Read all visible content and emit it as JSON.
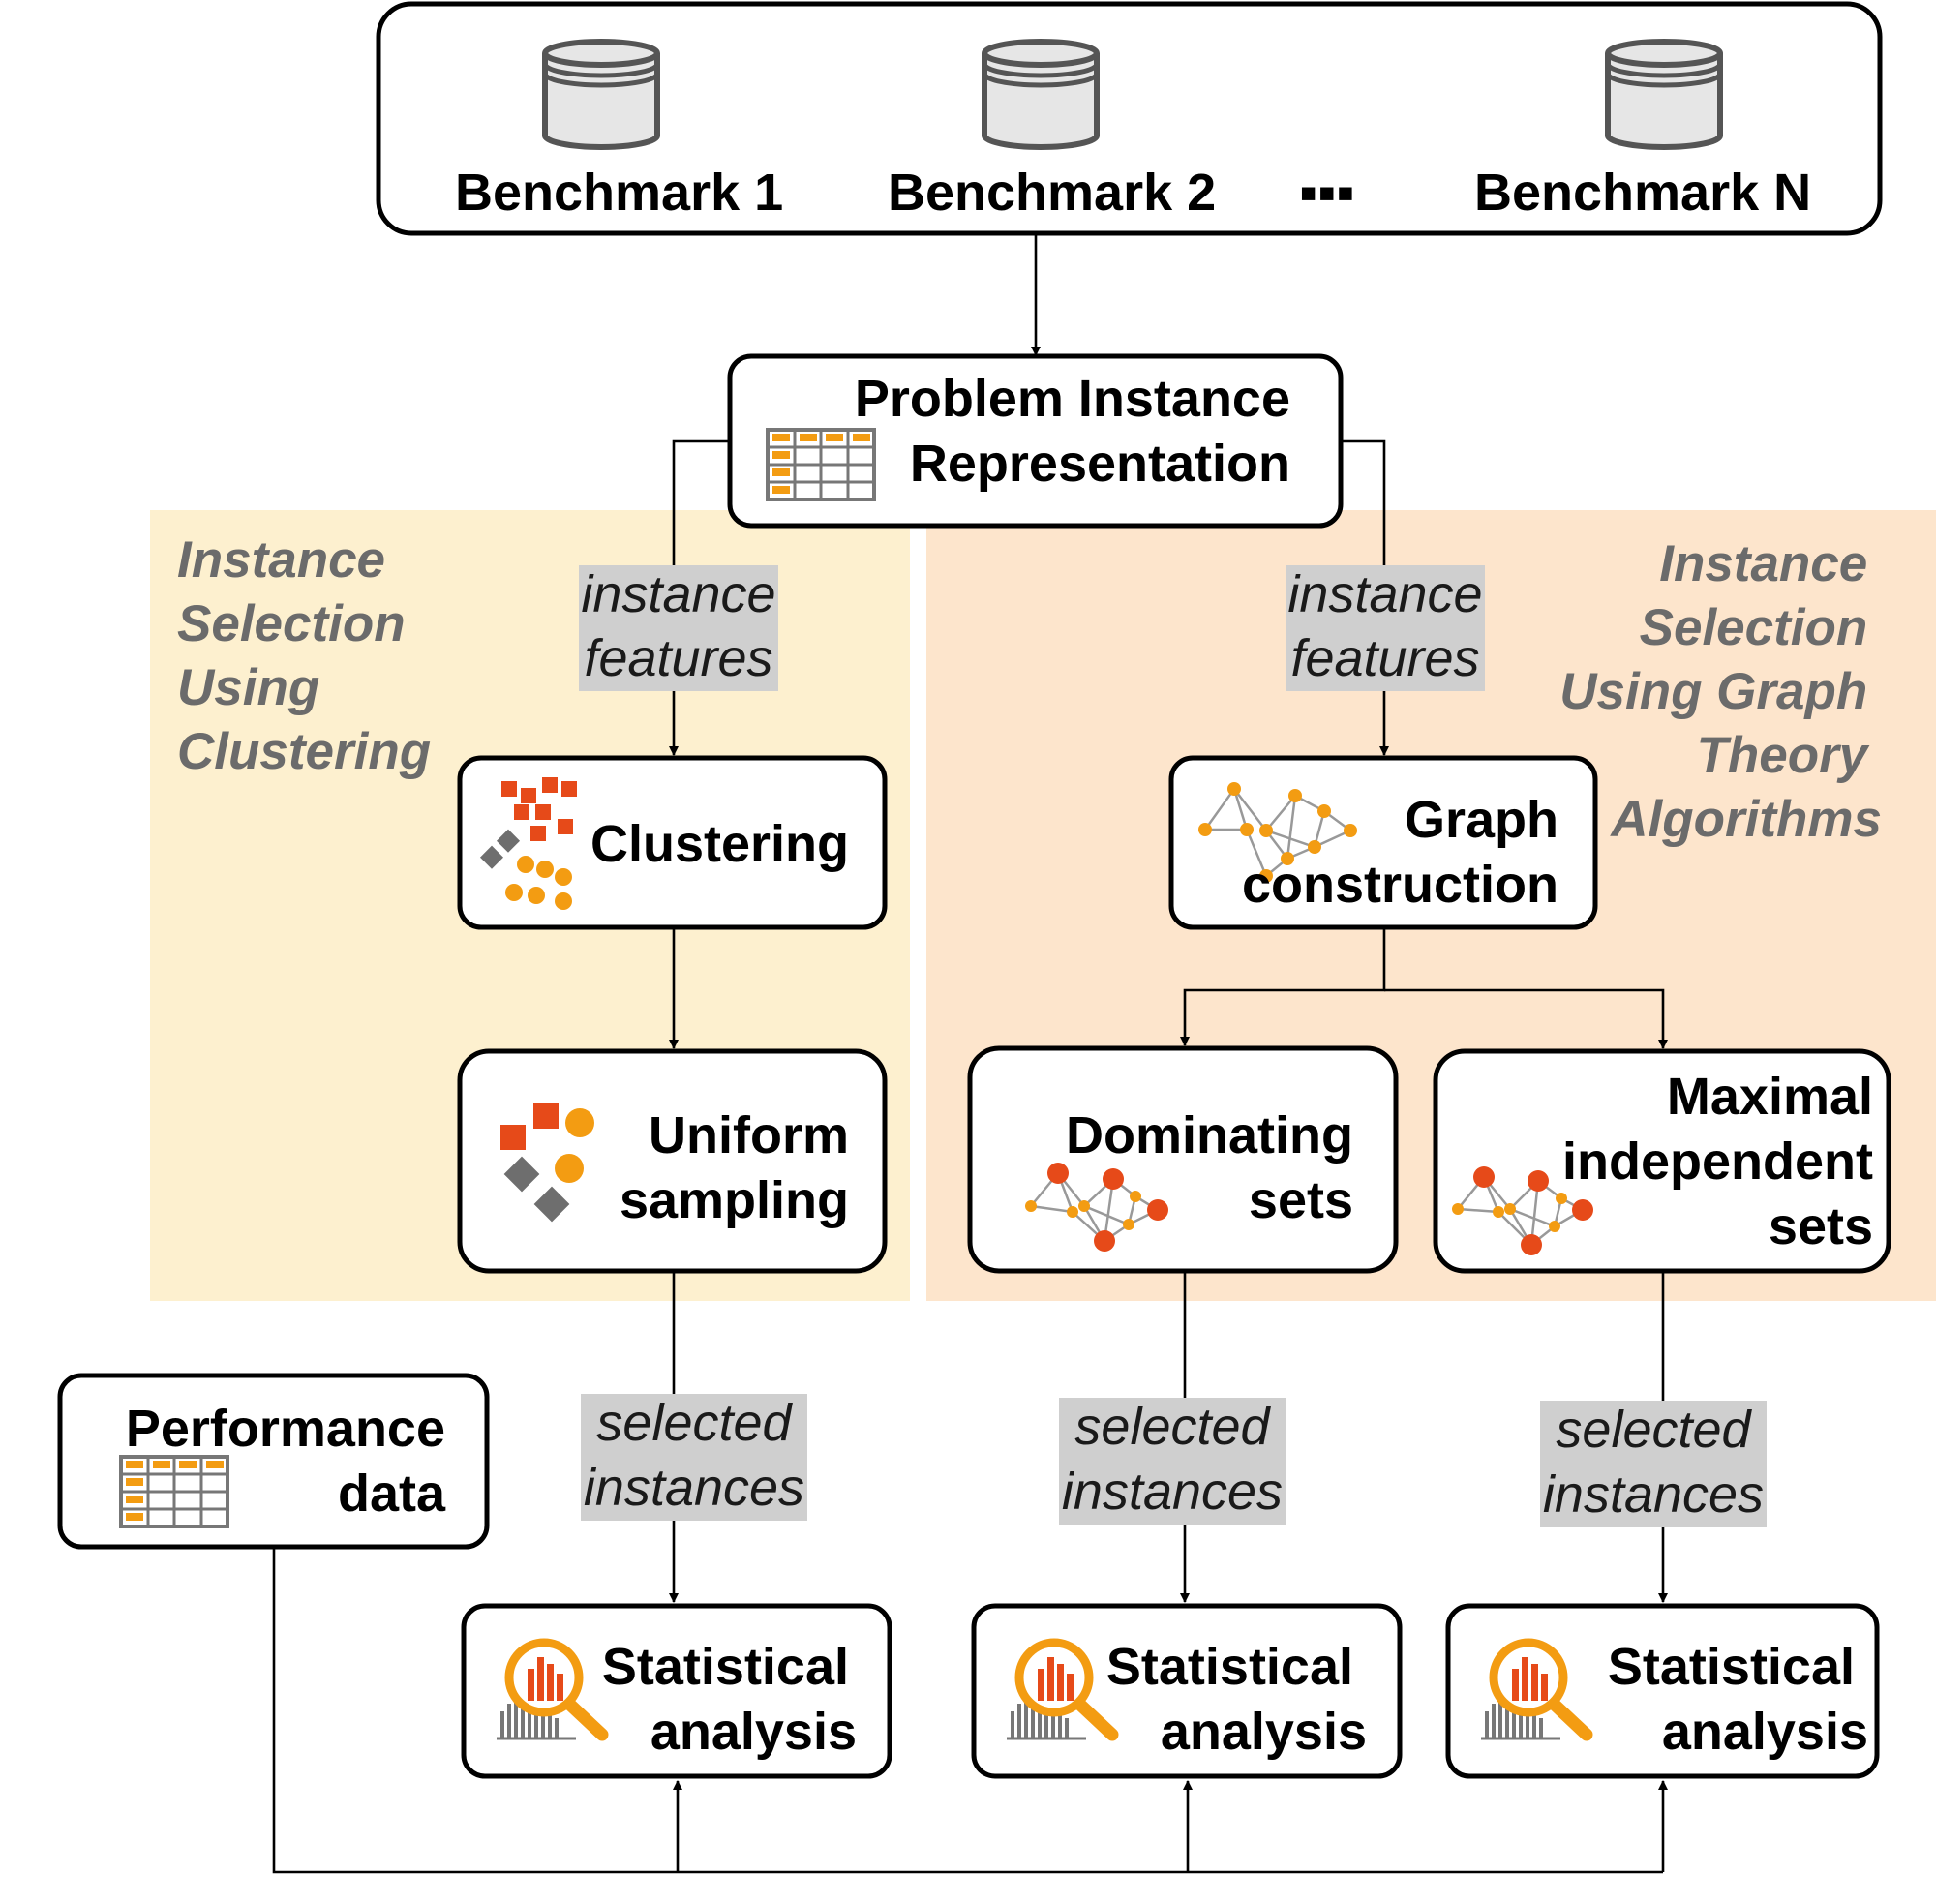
{
  "colors": {
    "clustering_region": "#fdf0cf",
    "graph_region": "#fde5cc",
    "region_text": "#6b6b6b",
    "flow_label_bg": "#cfcfcf",
    "icon_red": "#e64a19",
    "icon_orange": "#f39c12",
    "icon_gray": "#6e6e6e"
  },
  "benchmarks": {
    "items": [
      "Benchmark 1",
      "Benchmark 2",
      "Benchmark N"
    ],
    "ellipsis": "▪▪▪"
  },
  "representation": {
    "line1": "Problem Instance",
    "line2": "Representation"
  },
  "regions": {
    "clustering": [
      "Instance",
      "Selection",
      "Using",
      "Clustering"
    ],
    "graph": [
      "Instance",
      "Selection",
      "Using Graph",
      "Theory",
      "Algorithms"
    ]
  },
  "flow_labels": {
    "features": [
      "instance",
      "features"
    ],
    "selected": [
      "selected",
      "instances"
    ]
  },
  "nodes": {
    "clustering": "Clustering",
    "uniform": [
      "Uniform",
      "sampling"
    ],
    "graph": [
      "Graph",
      "construction"
    ],
    "dominating": [
      "Dominating",
      "sets"
    ],
    "maximal": [
      "Maximal",
      "independent",
      "sets"
    ],
    "performance": [
      "Performance",
      "data"
    ],
    "statistical": [
      "Statistical",
      "analysis"
    ]
  }
}
